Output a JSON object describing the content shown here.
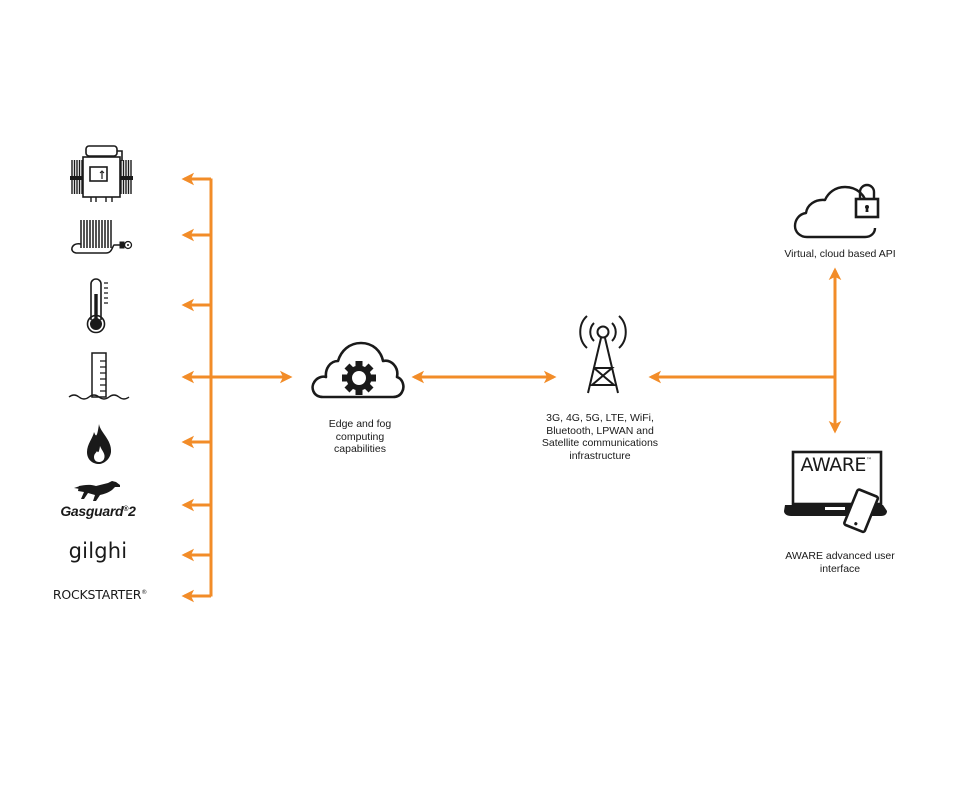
{
  "diagram": {
    "accent_color": "#F28C28",
    "icon_color": "#1a1a1a",
    "devices": [
      {
        "id": "enclosure-device",
        "icon": "device-enclosure-icon"
      },
      {
        "id": "cable-heater",
        "icon": "cable-reel-icon"
      },
      {
        "id": "temperature-sensor",
        "icon": "thermometer-icon"
      },
      {
        "id": "level-gauge",
        "icon": "water-level-gauge-icon"
      },
      {
        "id": "gas-flame",
        "icon": "flame-icon"
      },
      {
        "id": "gasguard",
        "icon": "dog-logo-icon",
        "text": "Gasguard",
        "suffix": "2",
        "mark": "®"
      },
      {
        "id": "gilghi",
        "text": "gilghi"
      },
      {
        "id": "rockstarter",
        "text": "ROCKSTARTER",
        "mark": "®"
      }
    ],
    "nodes": {
      "edge": {
        "icon": "cloud-gear-icon",
        "label_lines": [
          "Edge and fog",
          "computing",
          "capabilities"
        ]
      },
      "comms": {
        "icon": "radio-tower-icon",
        "label_lines": [
          "3G, 4G, 5G, LTE, WiFi,",
          "Bluetooth, LPWAN and",
          "Satellite communications",
          "infrastructure"
        ]
      },
      "cloud_api": {
        "icon": "cloud-lock-icon",
        "label_lines": [
          "Virtual, cloud based API"
        ]
      },
      "aware": {
        "icon": "laptop-phone-icon",
        "screen_text": "AWARE",
        "screen_mark": "™",
        "label_lines": [
          "AWARE advanced user",
          "interface"
        ]
      }
    },
    "connections": [
      {
        "from": "edge",
        "to": "devices",
        "type": "bidirectional"
      },
      {
        "from": "edge",
        "to": "comms",
        "type": "bidirectional"
      },
      {
        "from": "comms",
        "to": "cloud_api",
        "type": "bidirectional"
      },
      {
        "from": "comms",
        "to": "aware",
        "type": "bidirectional"
      }
    ]
  }
}
